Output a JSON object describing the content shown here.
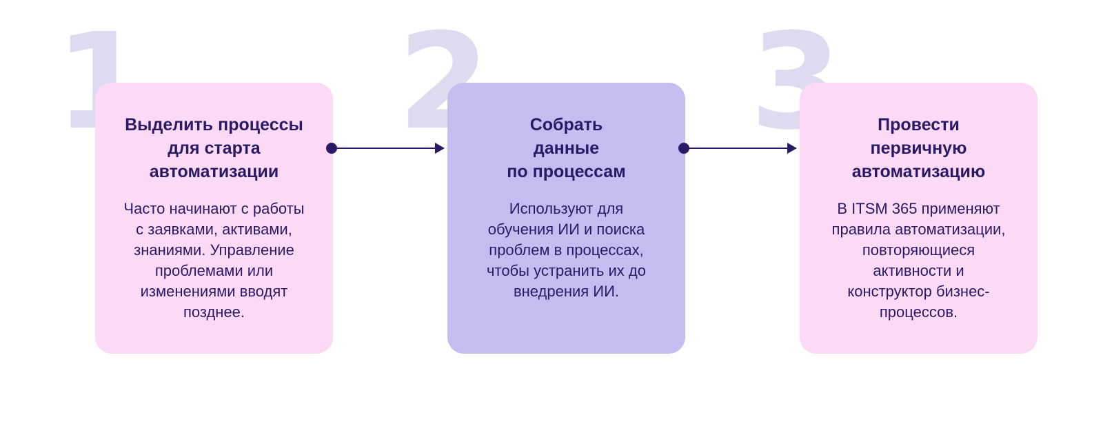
{
  "colors": {
    "text": "#2a1a66",
    "number": "#dedaf0",
    "card_pink": "#fcdaf6",
    "card_lavender": "#c4bdf0",
    "connector": "#2a1a66"
  },
  "steps": [
    {
      "number": "1",
      "title": "Выделить процессы\nдля старта\nавтоматизации",
      "text": "Часто начинают с работы\nс заявками,  активами,\nзнаниями. Управление\nпроблемами или\nизменениями вводят\nпозднее.",
      "card_color": "#fcdaf6"
    },
    {
      "number": "2",
      "title": "Собрать\nданные\nпо процессам",
      "text": "Используют для\nобучения ИИ и поиска\nпроблем в процессах,\nчтобы устранить их до\nвнедрения ИИ.",
      "card_color": "#c4bdf0"
    },
    {
      "number": "3",
      "title": "Провести\nпервичную\nавтоматизацию",
      "text": "В ITSM 365 применяют\nправила автоматизации,\nповторяющиеся\nактивности и\nконструктор бизнес-\nпроцессов.",
      "card_color": "#fcdaf6"
    }
  ]
}
